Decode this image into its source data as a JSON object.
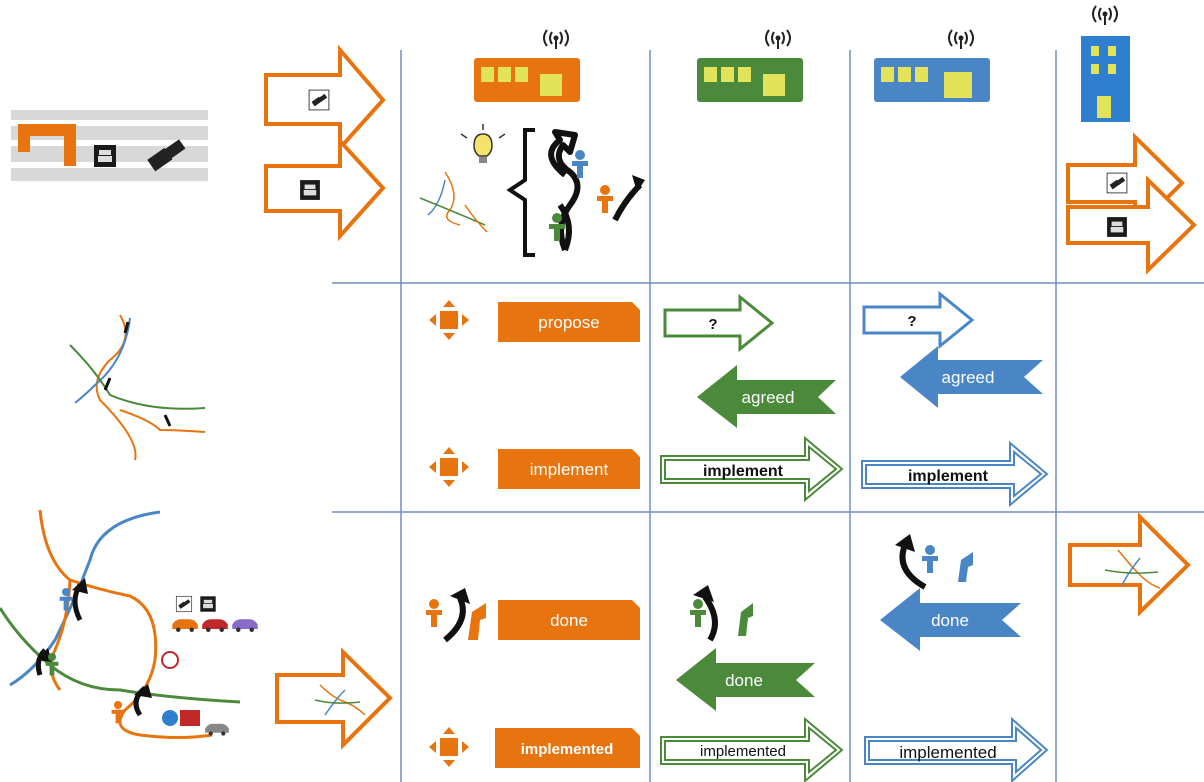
{
  "colors": {
    "orange": "#e8740f",
    "green": "#4a8a3a",
    "blue": "#4a86c6",
    "grid": "#6f8fc0",
    "screen": "#e3e35a",
    "black": "#111111"
  },
  "icons": {
    "antenna": "wireless-antenna-icon",
    "crash": "car-crash-icon",
    "congestion": "traffic-jam-icon",
    "barrier": "road-barrier-icon",
    "person": "person-icon",
    "bulb": "lightbulb-icon",
    "move": "move-arrows-icon"
  },
  "row_negotiate": {
    "propose_label": "propose",
    "question_green": "?",
    "question_blue": "?",
    "agreed_green": "agreed",
    "agreed_blue": "agreed",
    "implement_label": "implement",
    "implement_green": "implement",
    "implement_blue": "implement"
  },
  "row_execute": {
    "done_label": "done",
    "done_green": "done",
    "done_blue": "done",
    "implemented_label": "implemented",
    "implemented_green": "implemented",
    "implemented_blue": "implemented"
  }
}
